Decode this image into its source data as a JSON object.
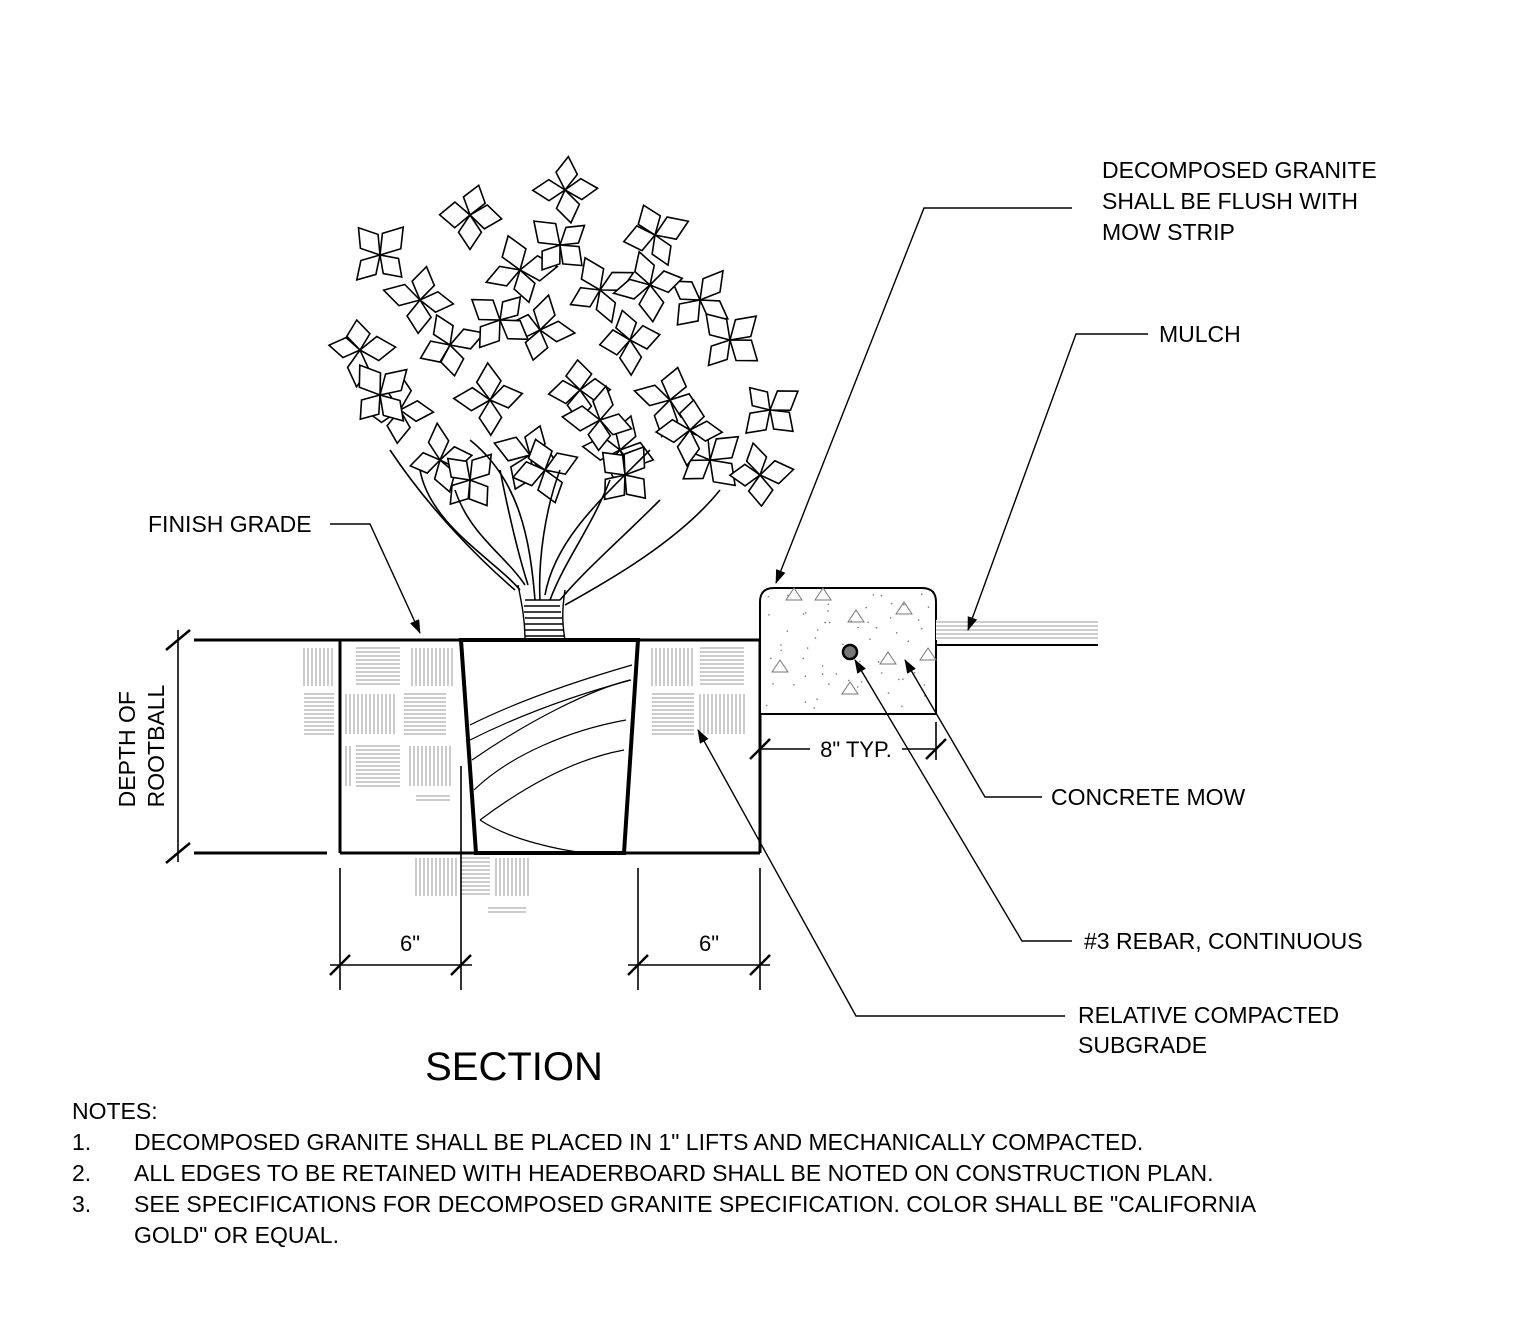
{
  "labels": {
    "dg_flush": [
      "DECOMPOSED GRANITE",
      "SHALL BE FLUSH WITH",
      "MOW STRIP"
    ],
    "mulch": "MULCH",
    "finish_grade": "FINISH GRADE",
    "depth": [
      "DEPTH OF",
      "ROOTBALL"
    ],
    "typ_8": "8\" TYP.",
    "concrete_mow": "CONCRETE MOW",
    "rebar": "#3 REBAR, CONTINUOUS",
    "subgrade": [
      "RELATIVE COMPACTED",
      "SUBGRADE"
    ],
    "dim_left": "6\"",
    "dim_right": "6\""
  },
  "title": "SECTION",
  "notes": {
    "heading": "NOTES:",
    "items": [
      {
        "num": "1.",
        "text": "DECOMPOSED GRANITE SHALL BE PLACED IN 1\" LIFTS AND MECHANICALLY COMPACTED."
      },
      {
        "num": "2.",
        "text": "ALL EDGES TO BE RETAINED WITH HEADERBOARD SHALL BE NOTED ON CONSTRUCTION PLAN."
      },
      {
        "num": "3.",
        "text": "SEE SPECIFICATIONS FOR DECOMPOSED GRANITE SPECIFICATION. COLOR SHALL BE \"CALIFORNIA GOLD\" OR EQUAL."
      }
    ]
  }
}
